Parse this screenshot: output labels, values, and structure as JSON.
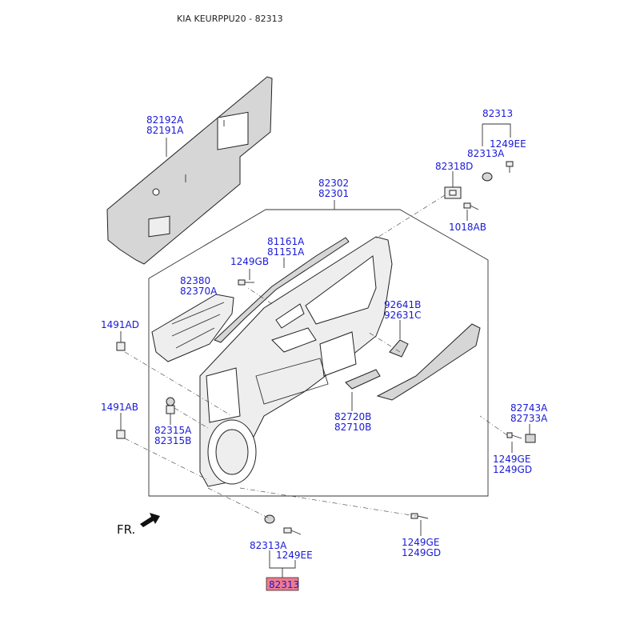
{
  "title": "KIA KEURPPU20 - 82313",
  "fr_label": "FR.",
  "highlight_color": "#f07a8e",
  "label_color": "#1a1ad6",
  "labels": {
    "p82192A": "82192A",
    "p82191A": "82191A",
    "p82302": "82302",
    "p82301": "82301",
    "p82313_top": "82313",
    "p1249EE_top": "1249EE",
    "p82313A_top": "82313A",
    "p82318D": "82318D",
    "p1018AB": "1018AB",
    "p81161A": "81161A",
    "p81151A": "81151A",
    "p1249GB": "1249GB",
    "p82380": "82380",
    "p82370A": "82370A",
    "p1491AD": "1491AD",
    "p92641B": "92641B",
    "p92631C": "92631C",
    "p1491AB": "1491AB",
    "p82315A": "82315A",
    "p82315B": "82315B",
    "p82720B": "82720B",
    "p82710B": "82710B",
    "p82743A": "82743A",
    "p82733A": "82733A",
    "p1249GE_r": "1249GE",
    "p1249GD_r": "1249GD",
    "p82313A_bot": "82313A",
    "p1249EE_bot": "1249EE",
    "p82313_bot": "82313",
    "p1249GE_b": "1249GE",
    "p1249GD_b": "1249GD"
  }
}
